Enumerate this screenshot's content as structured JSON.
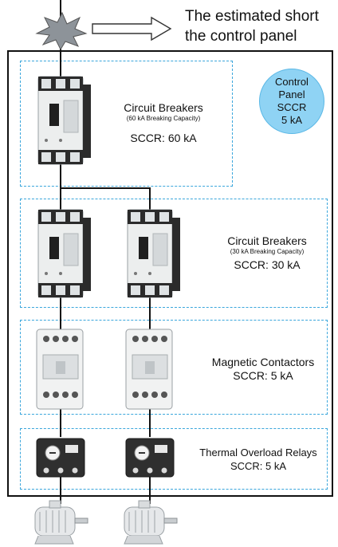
{
  "header": {
    "line1": "The estimated short",
    "line2": "the control panel"
  },
  "control_panel": {
    "line1": "Control",
    "line2": "Panel",
    "line3": "SCCR",
    "line4": "5 kA"
  },
  "main_breaker": {
    "title": "Circuit Breakers",
    "subtitle": "(60 kA Breaking Capacity)",
    "sccr": "SCCR: 60 kA"
  },
  "branch_breakers": {
    "title": "Circuit Breakers",
    "subtitle": "(30 kA Breaking Capacity)",
    "sccr": "SCCR: 30 kA"
  },
  "contactors": {
    "title": "Magnetic Contactors",
    "sccr": "SCCR: 5 kA"
  },
  "overload_relays": {
    "title": "Thermal Overload Relays",
    "sccr": "SCCR: 5 kA"
  },
  "icons": [
    "fault-burst-icon",
    "arrow-right-icon",
    "circuit-breaker-icon",
    "magnetic-contactor-icon",
    "thermal-overload-relay-icon",
    "motor-icon"
  ],
  "colors": {
    "dashed": "#3aa6dc",
    "circle_fill": "#8fd3f4",
    "frame": "#111111"
  }
}
